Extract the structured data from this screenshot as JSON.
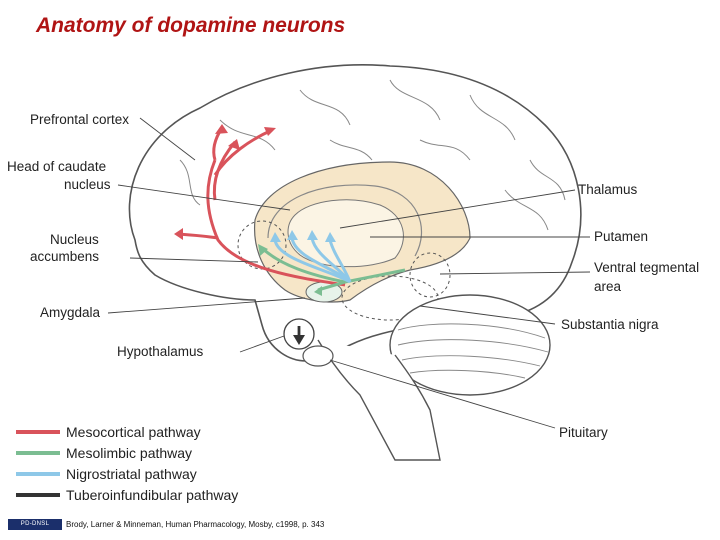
{
  "title": "Anatomy of dopamine neurons",
  "labels": {
    "prefrontal_cortex": "Prefrontal cortex",
    "head_of_caudate_1": "Head of caudate",
    "head_of_caudate_2": "nucleus",
    "nucleus_accumbens_1": "Nucleus",
    "nucleus_accumbens_2": "accumbens",
    "amygdala": "Amygdala",
    "hypothalamus": "Hypothalamus",
    "thalamus": "Thalamus",
    "putamen": "Putamen",
    "ventral_tegmental_1": "Ventral tegmental",
    "ventral_tegmental_2": "area",
    "substantia_nigra": "Substantia nigra",
    "pituitary": "Pituitary"
  },
  "legend": [
    {
      "label": "Mesocortical pathway",
      "color": "#d9535b"
    },
    {
      "label": "Mesolimbic pathway",
      "color": "#7bbd92"
    },
    {
      "label": "Nigrostriatal pathway",
      "color": "#8ec8e8"
    },
    {
      "label": "Tuberoinfundibular pathway",
      "color": "#333333"
    }
  ],
  "footer": {
    "logo_text": "PD-DNSL",
    "citation": "Brody, Larner & Minneman, Human Pharmacology, Mosby, c1998, p. 343"
  }
}
